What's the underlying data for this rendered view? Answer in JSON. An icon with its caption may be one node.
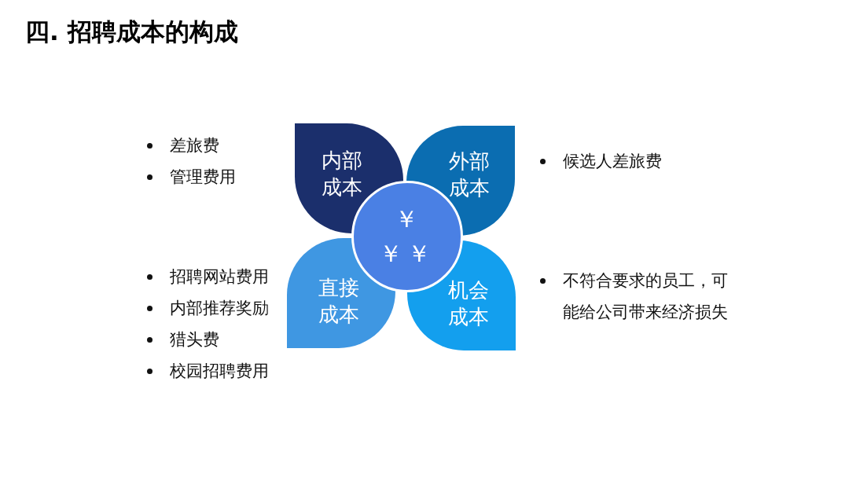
{
  "diagram": {
    "title": "四. 招聘成本的构成",
    "nodes": [
      {
        "text": [
          "内部成本"
        ],
        "beside": [
          "差旅费",
          "管理费用"
        ]
      },
      {
        "text": [
          "外部成本"
        ],
        "beside": [
          "候选人差旅费"
        ]
      },
      {
        "text": [
          "直接成本"
        ],
        "beside": [
          "招聘网站费用",
          "内部推荐奖励",
          "猎头费",
          "校园招聘费用"
        ]
      },
      {
        "text": [
          "机会成本"
        ],
        "beside": [
          "不符合要求的员工，可能给公司带来经济损失"
        ]
      },
      {
        "text": [
          "￥￥￥"
        ]
      }
    ]
  }
}
